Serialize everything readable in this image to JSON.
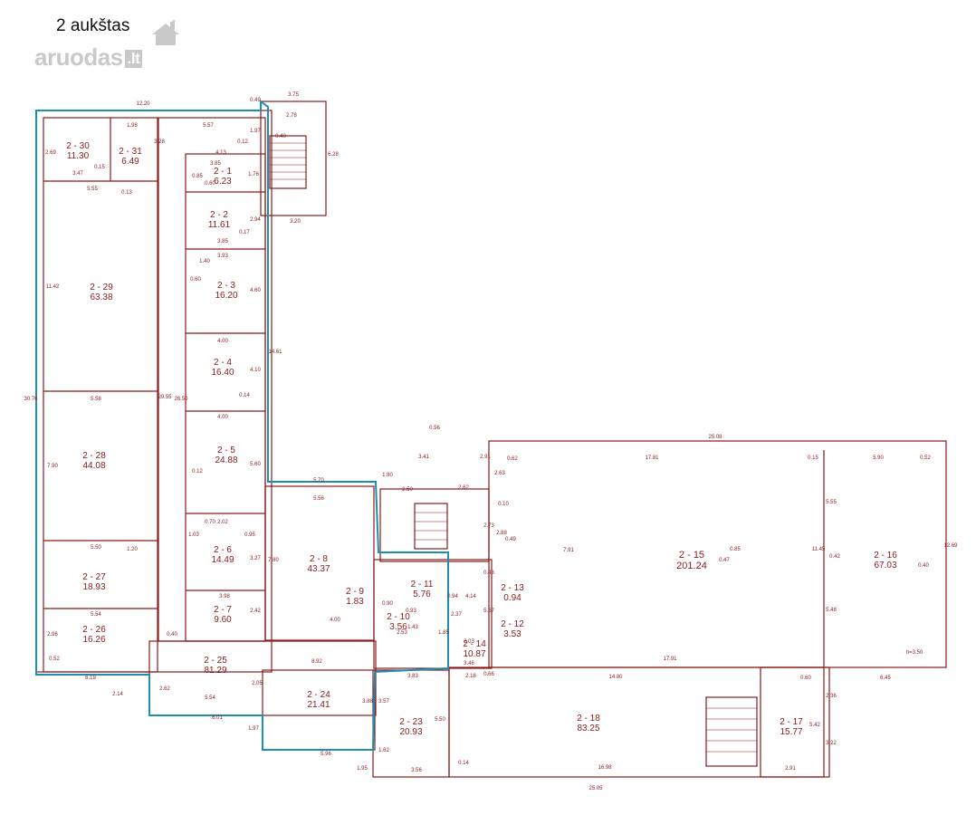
{
  "page": {
    "title": "2 aukštas"
  },
  "logo": {
    "text": "aruodas",
    "tld": ".lt"
  },
  "colors": {
    "wall": "#8a1a1a",
    "outline": "#1d8fb3",
    "logo": "#c9c9c9"
  },
  "rooms": [
    {
      "id": "2 - 1",
      "area": "6.23"
    },
    {
      "id": "2 - 2",
      "area": "11.61"
    },
    {
      "id": "2 - 3",
      "area": "16.20"
    },
    {
      "id": "2 - 4",
      "area": "16.40"
    },
    {
      "id": "2 - 5",
      "area": "24.88"
    },
    {
      "id": "2 - 6",
      "area": "14.49"
    },
    {
      "id": "2 - 7",
      "area": "9.60"
    },
    {
      "id": "2 - 8",
      "area": "43.37"
    },
    {
      "id": "2 - 9",
      "area": "1.83"
    },
    {
      "id": "2 - 10",
      "area": "3.56"
    },
    {
      "id": "2 - 11",
      "area": "5.76"
    },
    {
      "id": "2 - 12",
      "area": "3.53"
    },
    {
      "id": "2 - 13",
      "area": "0.94"
    },
    {
      "id": "2 - 14",
      "area": "10.87"
    },
    {
      "id": "2 - 15",
      "area": "201.24"
    },
    {
      "id": "2 - 16",
      "area": "67.03"
    },
    {
      "id": "2 - 17",
      "area": "15.77"
    },
    {
      "id": "2 - 18",
      "area": "83.25"
    },
    {
      "id": "2 - 23",
      "area": "20.93"
    },
    {
      "id": "2 - 24",
      "area": "21.41"
    },
    {
      "id": "2 - 25",
      "area": "81.29"
    },
    {
      "id": "2 - 26",
      "area": "16.26"
    },
    {
      "id": "2 - 27",
      "area": "18.93"
    },
    {
      "id": "2 - 28",
      "area": "44.08"
    },
    {
      "id": "2 - 29",
      "area": "63.38"
    },
    {
      "id": "2 - 30",
      "area": "11.30"
    },
    {
      "id": "2 - 31",
      "area": "6.49"
    }
  ],
  "dimensions": [
    "12.20",
    "0.49",
    "3.75",
    "2.78",
    "1.98",
    "5.57",
    "1.97",
    "0.40",
    "6.28",
    "3.28",
    "3.47",
    "0.15",
    "2.69",
    "4.13",
    "3.85",
    "0.12",
    "1.76",
    "0.85",
    "0.60",
    "5.55",
    "0.13",
    "2.94",
    "3.85",
    "0.17",
    "3.20",
    "3.93",
    "1.40",
    "0.60",
    "4.60",
    "11.42",
    "4.00",
    "4.10",
    "0.14",
    "30.76",
    "29.55",
    "26.50",
    "14.61",
    "5.58",
    "4.00",
    "5.60",
    "0.12",
    "7.90",
    "1.03",
    "0.70",
    "2.02",
    "0.95",
    "3.27",
    "5.50",
    "1.20",
    "5.54",
    "2.96",
    "0.52",
    "6.19",
    "2.14",
    "2.62",
    "5.54",
    "6.01",
    "1.97",
    "5.96",
    "2.05",
    "8.92",
    "3.98",
    "2.42",
    "4.00",
    "0.40",
    "5.70",
    "5.56",
    "7.80",
    "0.56",
    "3.41",
    "1.80",
    "2.50",
    "2.62",
    "2.91",
    "2.73",
    "0.43",
    "25.08",
    "17.81",
    "0.62",
    "2.63",
    "0.10",
    "2.88",
    "0.49",
    "7.91",
    "0.85",
    "0.47",
    "5.55",
    "11.45",
    "0.42",
    "12.69",
    "0.40",
    "0.15",
    "5.90",
    "0.52",
    "5.48",
    "17.91",
    "14.80",
    "6.45",
    "2.36",
    "3.22",
    "0.60",
    "5.42",
    "2.91",
    "16.98",
    "25.05",
    "1.95",
    "3.56",
    "0.14",
    "5.50",
    "3.57",
    "1.62",
    "3.83",
    "2.18",
    "0.66",
    "3.46",
    "2.03",
    "1.85",
    "2.53",
    "0.90",
    "1.43",
    "0.94",
    "4.14",
    "2.37",
    "5.57",
    "0.93",
    "3.88",
    "h=3.50"
  ]
}
